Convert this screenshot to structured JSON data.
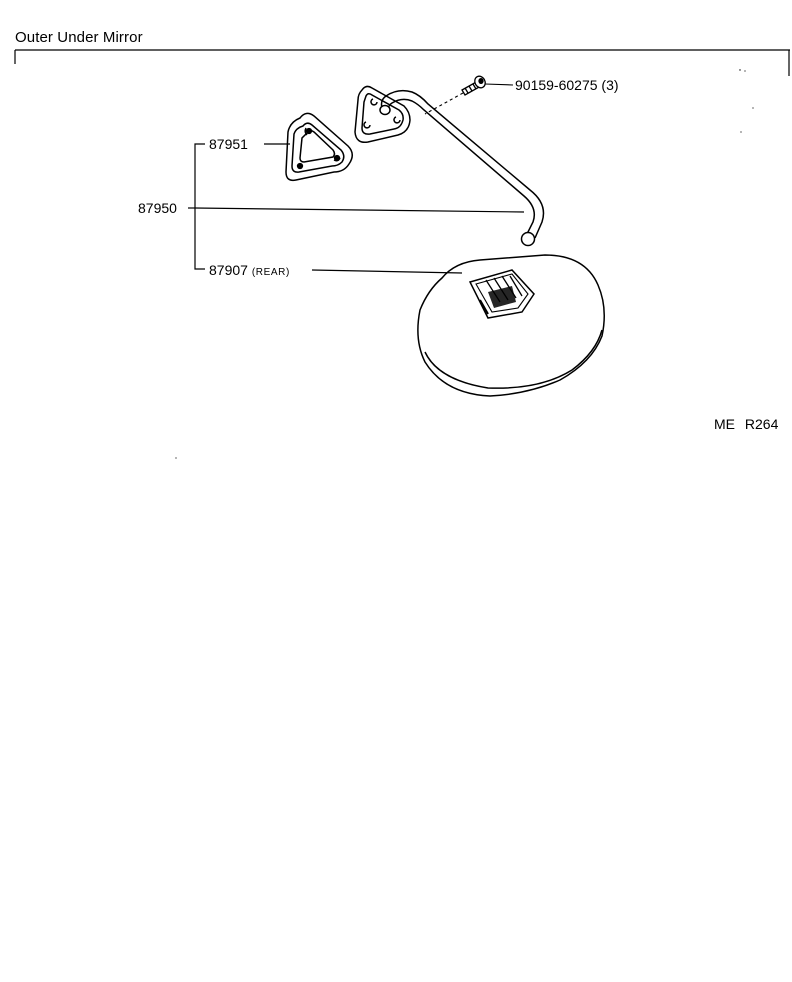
{
  "diagram": {
    "title": "Outer Under Mirror",
    "reference_code": "ME  R264"
  },
  "parts": {
    "bolt": {
      "number": "90159-60275",
      "qty": "(3)"
    },
    "gasket": {
      "number": "87951"
    },
    "assembly": {
      "number": "87950"
    },
    "mirror": {
      "number": "87907",
      "note": "(REAR)"
    }
  }
}
